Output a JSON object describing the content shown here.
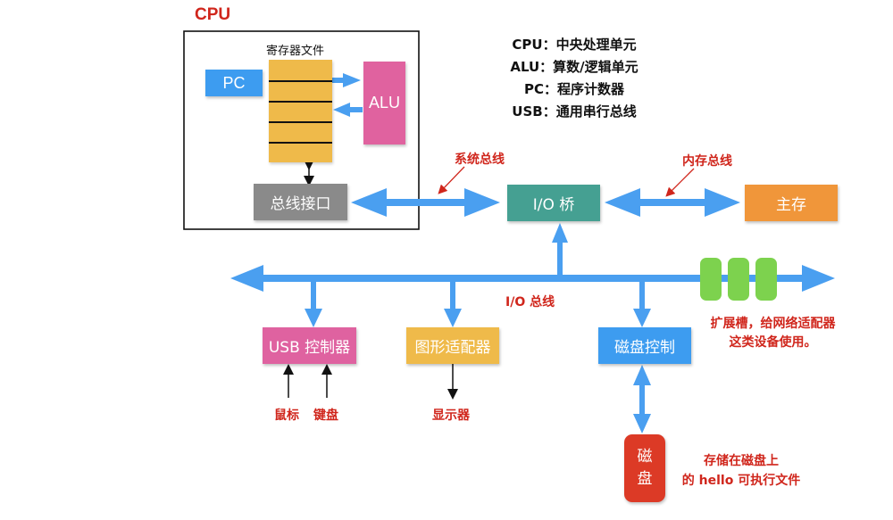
{
  "cpu": {
    "title": "CPU",
    "register_file_label": "寄存器文件",
    "pc_label": "PC",
    "alu_label": "ALU",
    "bus_interface_label": "总线接口"
  },
  "legend": [
    "CPU：中央处理单元",
    "ALU：算数/逻辑单元",
    "PC：程序计数器",
    "USB：通用串行总线"
  ],
  "buses": {
    "system_bus_label": "系统总线",
    "memory_bus_label": "内存总线",
    "io_bus_label": "I/O 总线"
  },
  "components": {
    "io_bridge": "I/O 桥",
    "main_memory": "主存",
    "usb_controller": "USB 控制器",
    "graphics_adapter": "图形适配器",
    "disk_controller": "磁盘控制",
    "disk_line1": "磁",
    "disk_line2": "盘"
  },
  "devices": {
    "mouse": "鼠标",
    "keyboard": "键盘",
    "display": "显示器"
  },
  "annotations": {
    "expansion_slots_line1": "扩展槽，给网络适配器",
    "expansion_slots_line2": "这类设备使用。",
    "disk_note_line1": "存储在磁盘上",
    "disk_note_line2": "的 hello 可执行文件"
  },
  "colors": {
    "bus_blue": "#4a9ff0",
    "pc_blue": "#3d9cf0",
    "register_yellow": "#efba4a",
    "alu_pink": "#e0629f",
    "bus_interface_gray": "#8a8a8a",
    "io_bridge_teal": "#45a092",
    "memory_orange": "#f0963a",
    "usb_pink": "#df62a0",
    "graphics_yellow": "#efba4a",
    "disk_ctrl_blue": "#3d9cf0",
    "disk_red": "#dc3a26",
    "slot_green": "#7dd24e",
    "label_red": "#d0261c"
  }
}
